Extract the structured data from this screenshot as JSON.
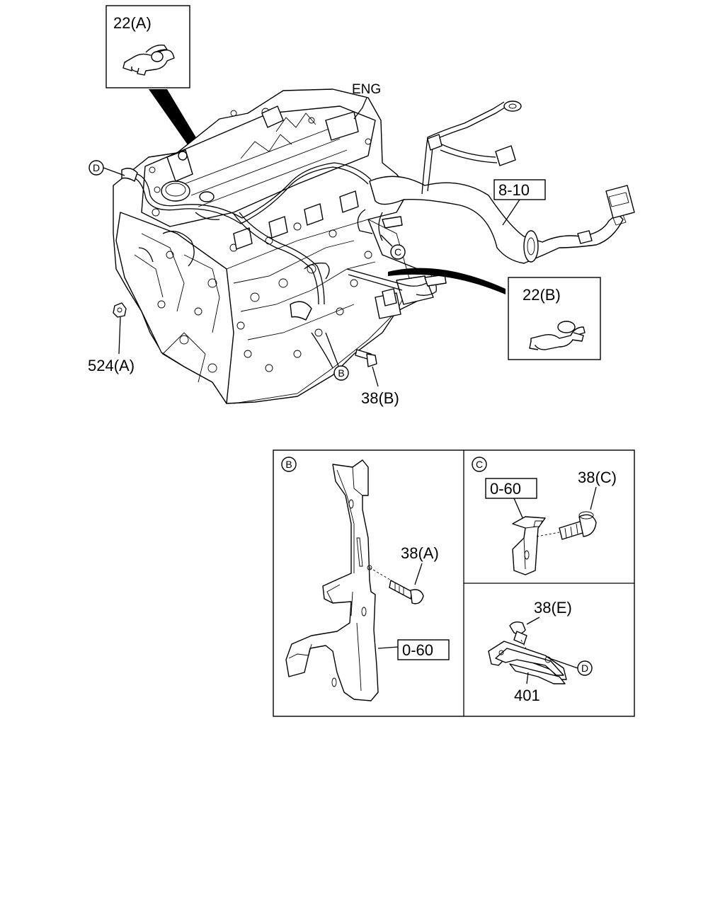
{
  "callouts": {
    "detail_22a": "22(A)",
    "detail_22b": "22(B)",
    "eng": "ENG",
    "harness": "8-10",
    "nut_524a": "524(A)",
    "bolt_38b": "38(B)",
    "ref_b": "B",
    "ref_c": "C",
    "ref_d": "D"
  },
  "panels": {
    "b": {
      "letter": "B",
      "bolt_38a": "38(A)",
      "bracket": "0-60"
    },
    "c": {
      "letter": "C",
      "bracket": "0-60",
      "bolt_38c": "38(C)"
    },
    "d": {
      "bolt_38e": "38(E)",
      "ref_d": "D",
      "part_401": "401"
    }
  }
}
